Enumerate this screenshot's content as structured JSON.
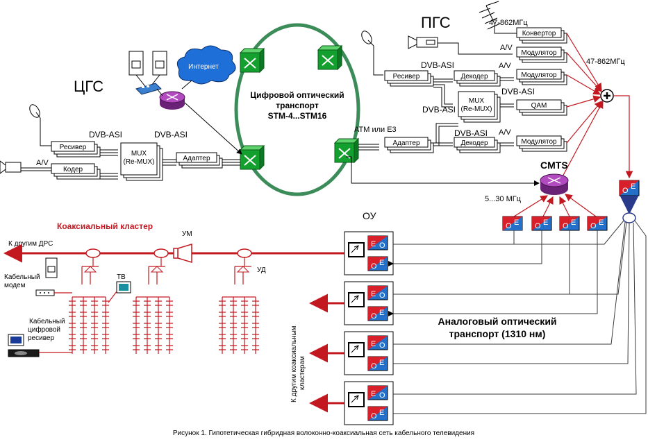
{
  "titles": {
    "headend": "ЦГС",
    "subhub": "ПГС",
    "optical_transport": [
      "Цифровой оптический",
      "транспорт",
      "STM-4...STM16"
    ],
    "coax_cluster": "Коаксиальный кластер",
    "node": "ОУ",
    "analog_transport": [
      "Аналоговый оптический",
      "транспорт (1310 нм)"
    ]
  },
  "headend": {
    "internet": "Интернет",
    "receiver": "Ресивер",
    "coder": "Кодер",
    "mux": [
      "MUX",
      "(Re-MUX)"
    ],
    "adapter": "Адаптер",
    "dvb1": "DVB-ASI",
    "dvb2": "DVB-ASI",
    "av": "A/V"
  },
  "subhub": {
    "freq_top": "47-862МГц",
    "freq_right": "47-862МГц",
    "converter": "Конвертор",
    "modulator": "Модулятор",
    "receiver": "Ресивер",
    "decoder": "Декодер",
    "mux": [
      "MUX",
      "(Re-MUX)"
    ],
    "qam": "QAM",
    "adapter": "Адаптер",
    "atm": "ATM или E3",
    "dvb_a": "DVB-ASI",
    "dvb_b": "DVB-ASI",
    "dvb_c": "DVB-ASI",
    "av": "A/V",
    "cmts": "CMTS",
    "return_freq": "5...30 МГц"
  },
  "oe": {
    "o": "O",
    "e": "E"
  },
  "cluster": {
    "to_other_drs": "К другим ДРС",
    "um": "УМ",
    "ud": "УД",
    "tv": "ТВ",
    "cable_modem": [
      "Кабельный",
      "модем"
    ],
    "cable_receiver": [
      "Кабельный",
      "цифровой",
      "ресивер"
    ],
    "to_other_clusters": [
      "К другим коаксиальным",
      "кластерам"
    ]
  },
  "caption": "Рисунок 1. Гипотетическая гибридная волоконно-коаксиальная сеть кабельного телевидения",
  "colors": {
    "switch_green": "#14a02e",
    "ring_green": "#3c8c5a",
    "router_purple": "#9b3aa6",
    "cloud_blue": "#1f6fd8",
    "coax_red": "#c3181f",
    "oe_red": "#d8202a",
    "oe_blue": "#2470c8",
    "fiber_blue": "#2a3a8a"
  }
}
